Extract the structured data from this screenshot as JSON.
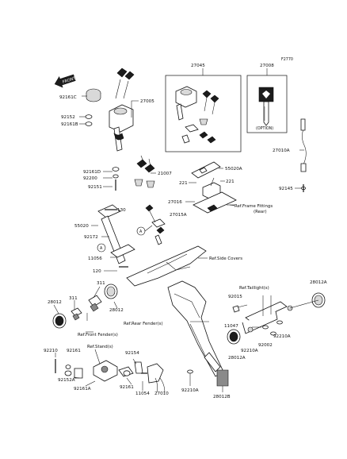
{
  "figure_code": "F2770",
  "front_arrow_label": "FRONT",
  "option_label": "(OPTION)",
  "circle_a_label": "A",
  "parts": {
    "p27045": "27045",
    "p27008": "27008",
    "p92161c": "92161C",
    "p27005": "27005",
    "p92152": "92152",
    "p92161b": "92161B",
    "p92161d": "92161D",
    "p92200": "92200",
    "p92151": "92151",
    "p21007": "21007",
    "p27010a": "27010A",
    "p55020a": "55020A",
    "p221a": "221",
    "p221b": "221",
    "p27016": "27016",
    "p92145": "92145",
    "p130": "130",
    "p27015a": "27015A",
    "p55020": "55020",
    "p92172": "92172",
    "p11056": "11056",
    "p120": "120",
    "p311a": "311",
    "p28012a_top": "28012A",
    "p28012": "28012",
    "p311b": "311",
    "p28012_b": "28012",
    "p92015": "92015",
    "p11047": "11047",
    "p92210a_r": "92210A",
    "p92002": "92002",
    "p92210a_r2": "92210A",
    "p28012a_mid": "28012A",
    "p92210": "92210",
    "p92161": "92161",
    "p92154": "92154",
    "p92152a": "92152A",
    "p92161a": "92161A",
    "p92161_b": "92161",
    "p11054": "11054",
    "p27010": "27010",
    "p92210a_b": "92210A",
    "p28012b": "28012B"
  },
  "refs": {
    "frame_fittings": "Ref.Frame Fittings",
    "frame_fittings_sub": "(Rear)",
    "side_covers": "Ref.Side Covers",
    "taillights": "Ref.Taillight(s)",
    "front_fenders": "Ref.Front Fender(s)",
    "rear_fenders": "Ref.Rear Fender(s)",
    "stands": "Ref.Stand(s)"
  }
}
